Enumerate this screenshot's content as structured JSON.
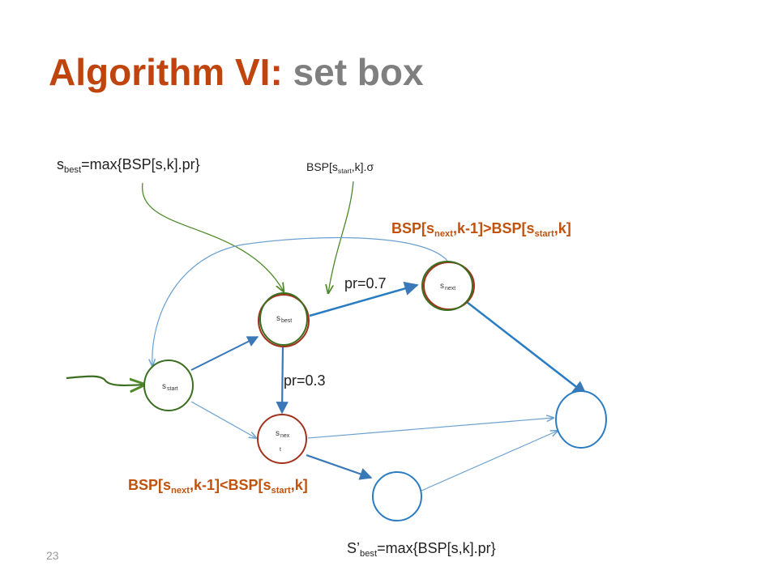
{
  "title": {
    "main": "Algorithm VI:",
    "sub": "set box"
  },
  "labels": {
    "sbest_max": {
      "s": "s",
      "sub": "best",
      "rest": "=max{BSP[s,k].pr}"
    },
    "bsp_sigma": {
      "pre": "BSP[s",
      "sub": "start",
      "post": ",k].σ"
    },
    "cond_gt": {
      "p1": "BSP[s",
      "sub1": "next",
      "p2": ",k-1]>BSP[s",
      "sub2": "start",
      "p3": ",k]"
    },
    "cond_lt": {
      "p1": "BSP[s",
      "sub1": "next",
      "p2": ",k-1]<BSP[s",
      "sub2": "start",
      "p3": ",k]"
    },
    "pr07": "pr=0.7",
    "pr03": "pr=0.3",
    "sprime_best": {
      "s": "S’",
      "sub": "best",
      "rest": "=max{BSP[s,k].pr}"
    }
  },
  "nodes": {
    "start": {
      "s": "s",
      "sub": "start"
    },
    "best": {
      "s": "s",
      "sub": "best"
    },
    "next_top": {
      "s": "s",
      "sub": "next"
    },
    "next_mid": {
      "s": "s",
      "sub": "nex",
      "wrap": "t"
    }
  },
  "colors": {
    "title_accent": "#c0440e",
    "title_gray": "#7f7f7f",
    "node_green": "#3b6e1e",
    "node_red": "#a0321e",
    "node_blue": "#2a7cc2",
    "edge_blue": "#3a78b8",
    "edge_light": "#6aa0d0",
    "pointer_green": "#4e8a2a",
    "orange_text": "#c0520e"
  },
  "page_number": "23"
}
